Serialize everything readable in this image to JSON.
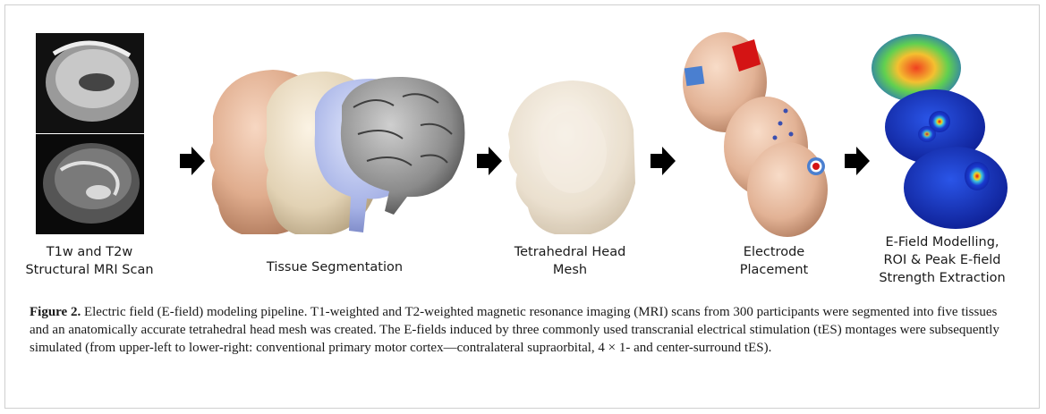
{
  "figure": {
    "stages": [
      {
        "label": "T1w and T2w\nStructural MRI Scan"
      },
      {
        "label": "Tissue Segmentation"
      },
      {
        "label": "Tetrahedral Head\nMesh"
      },
      {
        "label": "Electrode\nPlacement"
      },
      {
        "label": "E-Field Modelling,\nROI & Peak E-field\nStrength Extraction"
      }
    ],
    "caption_label": "Figure 2.",
    "caption_text": " Electric field (E-field) modeling pipeline. T1-weighted and T2-weighted magnetic resonance imaging (MRI) scans from 300 participants were segmented into five tissues and an anatomically accurate tetrahedral head mesh was created. The E-fields induced by three commonly used transcranial electrical stimulation (tES) montages were subsequently simulated (from upper-left to lower-right: conventional primary motor cortex—contralateral supraorbital, 4 × 1- and center-surround tES).",
    "colors": {
      "skin": "#e6b89a",
      "skull": "#e9dcc2",
      "csf": "#a9b6e8",
      "brain_gray": "#8e8e8e",
      "mesh": "#e8dccb",
      "arrow": "#000000",
      "efield_low": "#1428c8",
      "efield_high": "#e01010",
      "electrode_blue": "#4a7fd0",
      "electrode_red": "#d41414"
    },
    "icons": [
      "mri-scan-image",
      "arrow-right-icon",
      "head-model-image",
      "brain-efield-image"
    ]
  }
}
